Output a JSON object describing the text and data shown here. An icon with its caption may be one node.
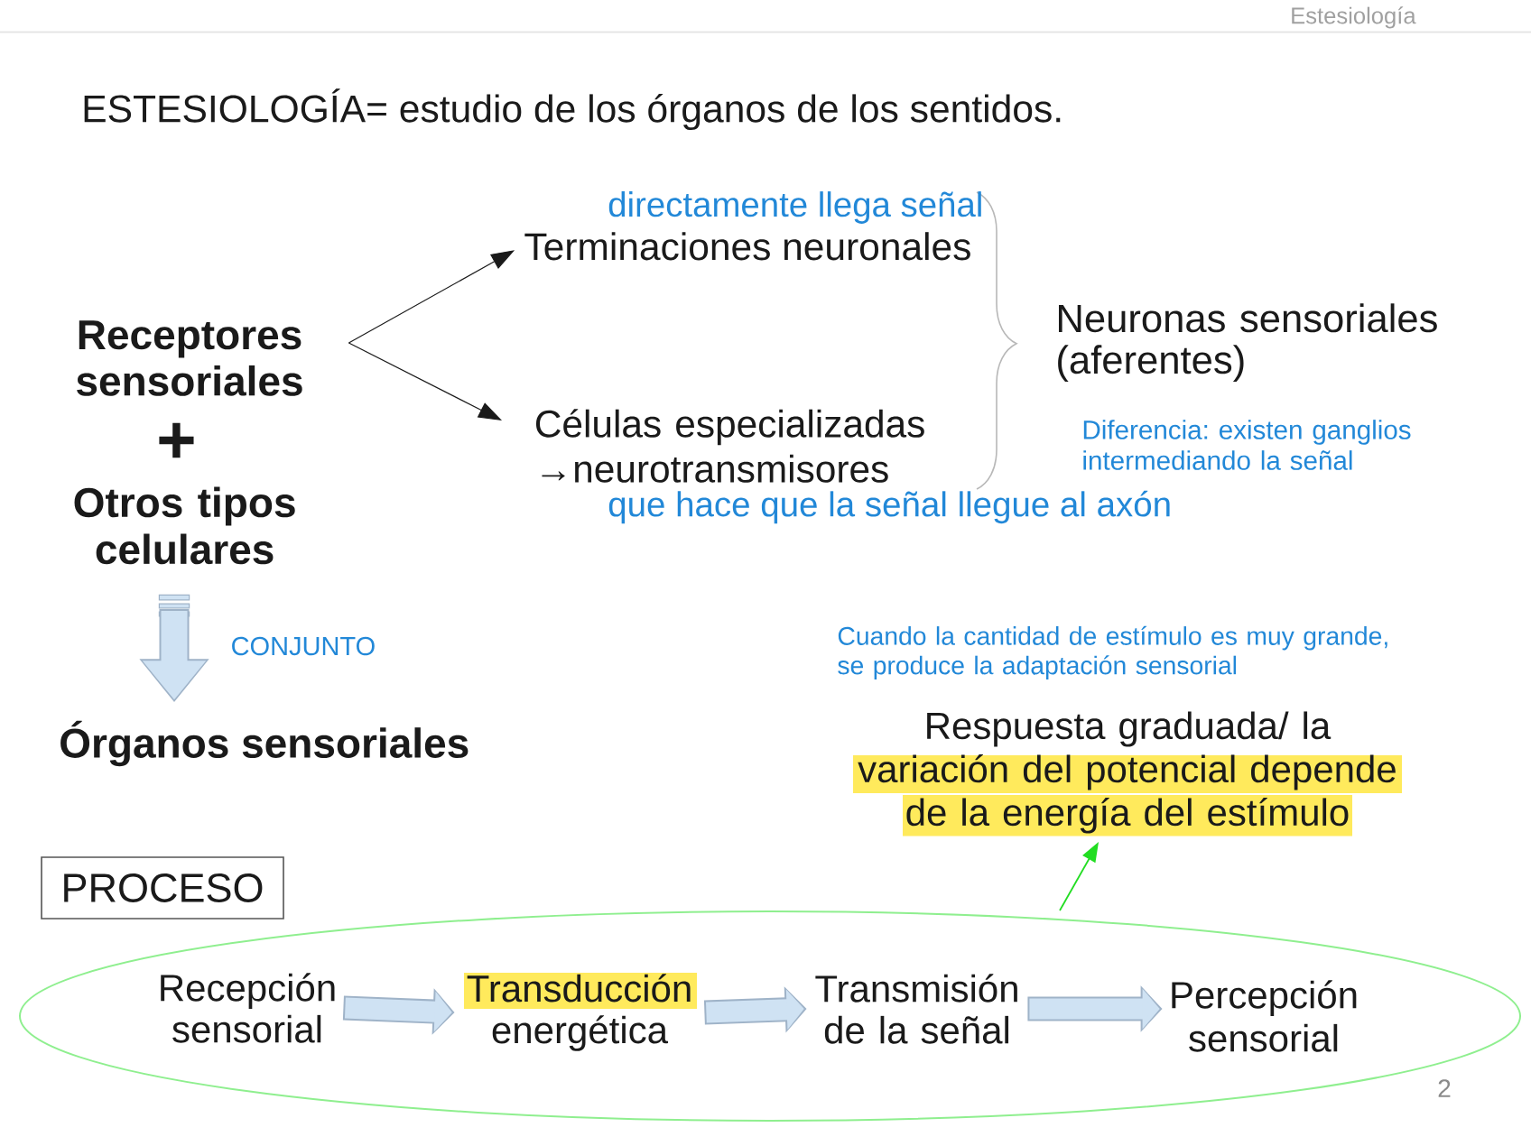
{
  "diagram": {
    "title": "ESTESIOLOGÍA= estudio de los órganos de los sentidos.",
    "nodes": [
      {
        "text": [
          "Receptores sensoriales"
        ]
      },
      {
        "text": [
          "Otros tipos celulares"
        ]
      },
      {
        "text": [
          "Órganos sensoriales"
        ]
      },
      {
        "text": [
          "Terminaciones neuronales"
        ],
        "beside": [
          "directamente llega señal"
        ]
      },
      {
        "text": [
          "Células especializadas →neurotransmisores"
        ],
        "beside": [
          "que hace que la señal llegue al axón"
        ]
      },
      {
        "text": [
          "Neuronas sensoriales (aferentes)"
        ],
        "beside": [
          "Diferencia: existen ganglios intermediando la señal"
        ]
      },
      {
        "text": [
          "Respuesta graduada/ la variación del potencial depende de la energía del estímulo"
        ],
        "beside": [
          "Cuando la cantidad de estímulo es muy grande, se produce la adaptación sensorial"
        ]
      },
      {
        "text": [
          "PROCESO"
        ]
      },
      {
        "text": [],
        "shape": "ellipse"
      },
      {
        "text": [
          "Recepción sensorial"
        ],
        "in": 8
      },
      {
        "text": [
          "Transducción energética"
        ],
        "in": 8
      },
      {
        "text": [
          "Transmisión de la señal"
        ],
        "in": 8
      },
      {
        "text": [
          "Percepción sensorial"
        ],
        "in": 8
      }
    ],
    "edges": [
      {
        "from": 0,
        "to": 3,
        "arrow": "to",
        "color": "#1a1a1a"
      },
      {
        "from": 0,
        "to": 4,
        "arrow": "to",
        "color": "#1a1a1a"
      },
      {
        "from": 1,
        "to": 2,
        "arrow": "to",
        "label": "CONJUNTO"
      },
      {
        "from": 9,
        "to": 10,
        "arrow": "to"
      },
      {
        "from": 10,
        "to": 11,
        "arrow": "to"
      },
      {
        "from": 11,
        "to": 12,
        "arrow": "to"
      },
      {
        "from": 8,
        "to": 6,
        "arrow": "to",
        "color": "#22dd22"
      }
    ],
    "labels": [
      "Estesiología",
      "+",
      "2"
    ]
  }
}
